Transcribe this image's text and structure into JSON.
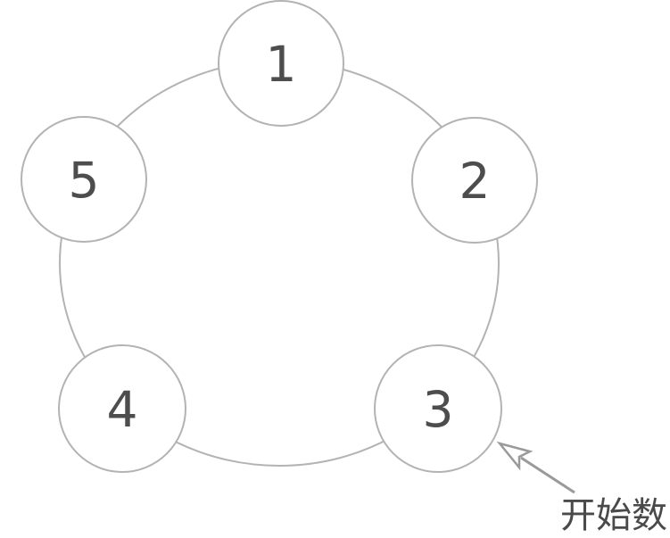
{
  "diagram": {
    "type": "circular-counting-diagram",
    "nodes": [
      {
        "id": "node-1",
        "label": "1"
      },
      {
        "id": "node-2",
        "label": "2"
      },
      {
        "id": "node-3",
        "label": "3"
      },
      {
        "id": "node-4",
        "label": "4"
      },
      {
        "id": "node-5",
        "label": "5"
      }
    ],
    "annotation": {
      "label": "开始数",
      "points_to_node": "3"
    },
    "colors": {
      "background": "#ffffff",
      "ring_stroke": "#b3b3b3",
      "node_stroke": "#b3b3b3",
      "node_fill": "#ffffff",
      "number_color": "#4d4d4d",
      "arrow_color": "#9a9a9a",
      "annotation_text": "#4a4a4a"
    }
  }
}
